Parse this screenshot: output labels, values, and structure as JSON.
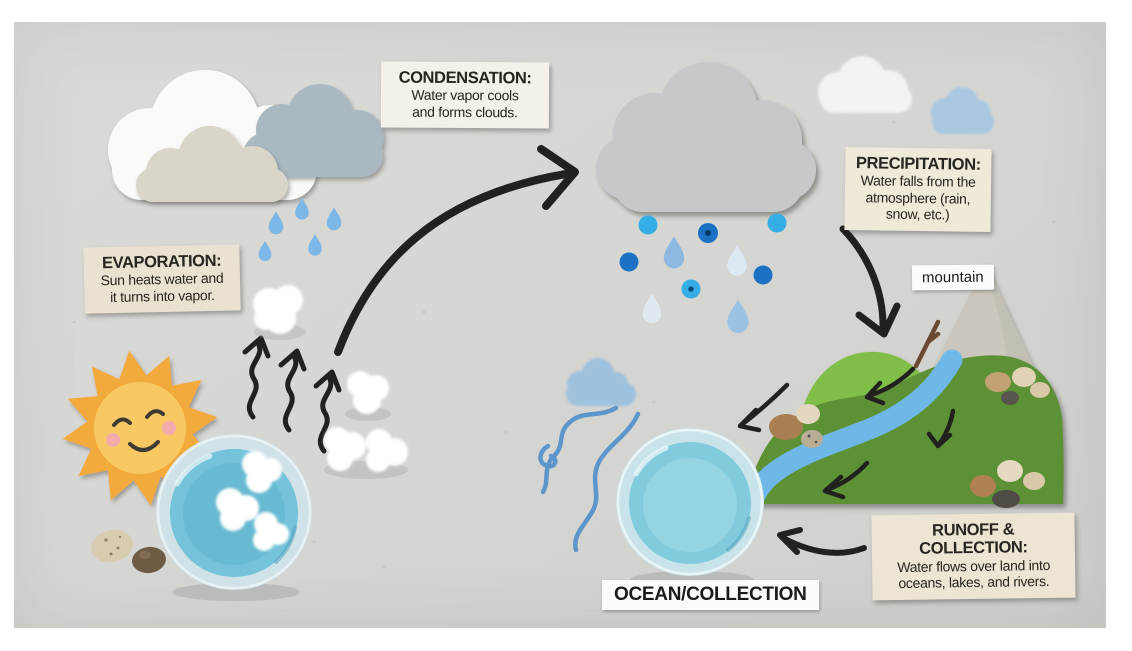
{
  "labels": {
    "evaporation": {
      "title": "EVAPORATION:",
      "lines": [
        "Sun heats water and",
        "it turns into vapor."
      ]
    },
    "condensation": {
      "title": "CONDENSATION:",
      "lines": [
        "Water vapor cools",
        "and forms clouds."
      ]
    },
    "precipitation": {
      "title": "PRECIPITATION:",
      "lines": [
        "Water falls from the",
        "atmosphere (rain,",
        "snow, etc.)"
      ]
    },
    "runoff": {
      "title": "RUNOFF & COLLECTION:",
      "lines": [
        "Water flows over land into",
        "oceans, lakes, and rivers."
      ]
    },
    "mountain": {
      "label": "mountain"
    },
    "ocean": {
      "label": "OCEAN/COLLECTION"
    }
  },
  "colors": {
    "background": "#d7d7d4",
    "frame": "#ffffff",
    "card_cream": "#ece5d4",
    "card_white": "#f3f1e9",
    "ink": "#26251f",
    "arrow_black": "#21211e",
    "cloud_white": "#fafaf8",
    "cloud_beige": "#d9d5c8",
    "cloud_blue_gray": "#aab8c2",
    "cloud_gray": "#c6c8ca",
    "felt_white": "#f3f3f1",
    "felt_blue": "#a9c7e0",
    "drop_blue": "#7cb7e8",
    "drop_mid": "#8db9e0",
    "drop_pale": "#dde9f2",
    "bead_cyan": "#35aee6",
    "bead_dark_blue": "#1d71c4",
    "sun_yellow": "#f3aa3e",
    "sun_face": "#f8c964",
    "cheek_pink": "#f2a7b4",
    "water_blue": "#74c3da",
    "ocean_water": "#82cbdd",
    "glass": "#cfe2e8",
    "felt_green_dark": "#5d9134",
    "felt_green_light": "#80bd48",
    "river_blue": "#6fb7e6",
    "mountain_gray": "#cbc7bc",
    "yarn_blue": "#5d96cb",
    "cotton_white": "#ffffff",
    "twig_brown": "#6a4a30"
  }
}
